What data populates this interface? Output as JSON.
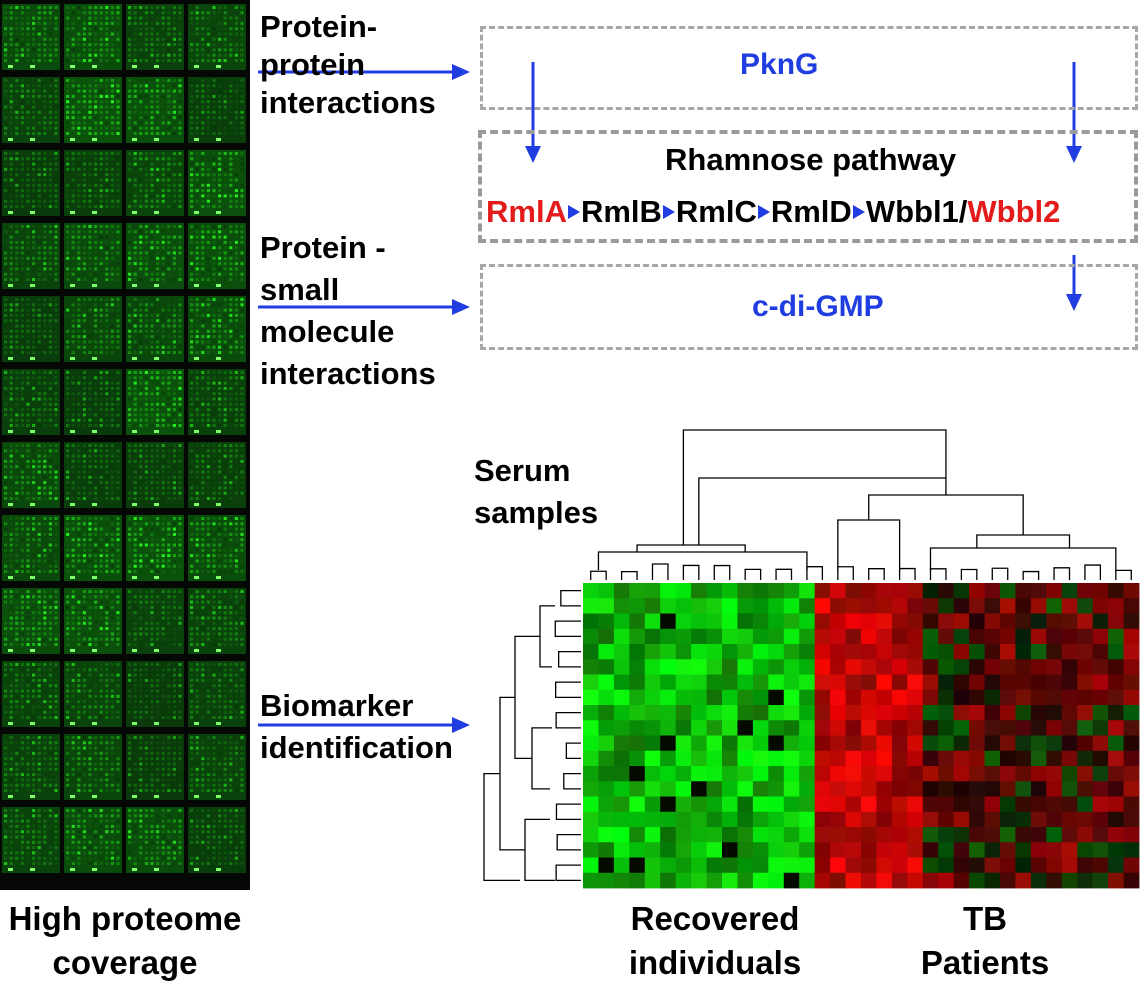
{
  "labels": {
    "ppi": [
      "Protein-",
      "protein",
      "interactions"
    ],
    "psmi": [
      "Protein -",
      "small",
      "molecule",
      "interactions"
    ],
    "biomarker": [
      "Biomarker",
      "identification"
    ],
    "high_proteome": [
      "High proteome",
      "coverage"
    ],
    "serum": [
      "Serum",
      "samples"
    ],
    "recovered": [
      "Recovered",
      "individuals"
    ],
    "tb": [
      "TB",
      "Patients"
    ]
  },
  "boxes": {
    "pkng": "PknG",
    "rhamnose_title": "Rhamnose pathway",
    "cdigmp": "c-di-GMP"
  },
  "pathway": [
    {
      "text": "RmlA",
      "color": "#e41b1b"
    },
    {
      "text": "RmlB",
      "color": "#000000"
    },
    {
      "text": "RmlC",
      "color": "#000000"
    },
    {
      "text": "RmlD",
      "color": "#000000"
    },
    {
      "text": "Wbbl1/",
      "color": "#000000",
      "no_arrow": true
    },
    {
      "text": "Wbbl2",
      "color": "#e41b1b"
    }
  ],
  "colors": {
    "arrow": "#1f3de0",
    "highlight": "#e41b1b",
    "dash": "#a6a6a6",
    "array_green": "#2bb52b"
  }
}
